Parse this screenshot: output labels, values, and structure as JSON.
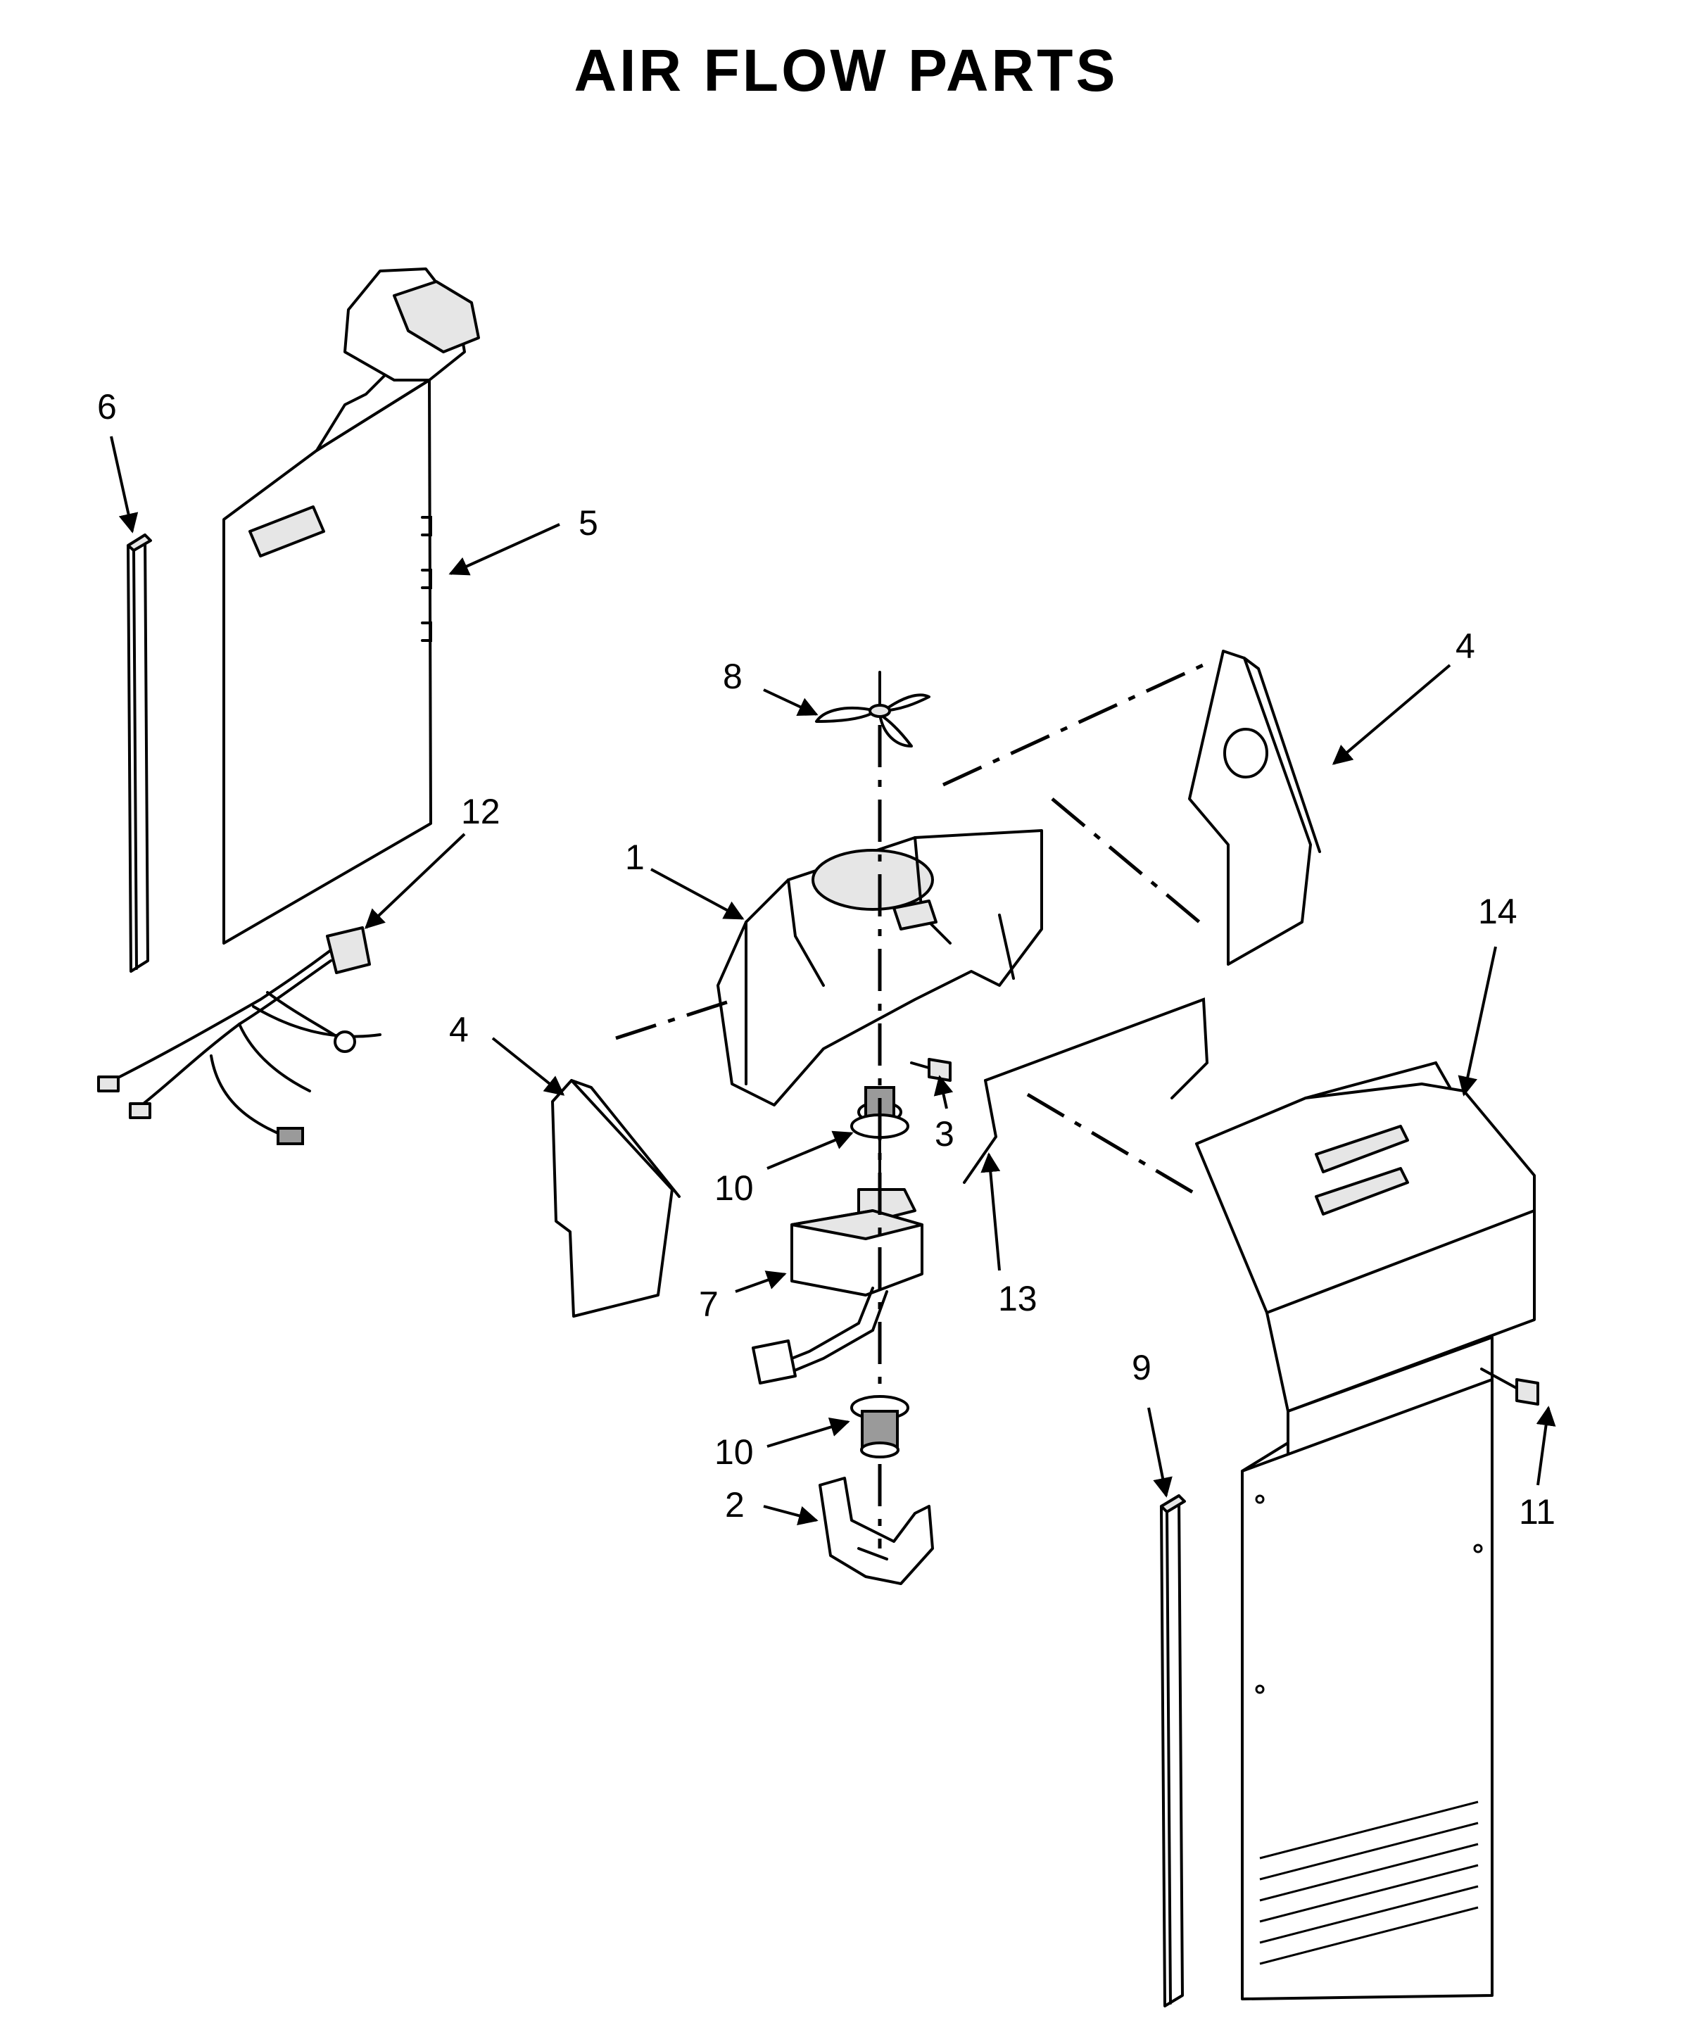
{
  "title": "AIR FLOW PARTS",
  "callouts": {
    "c1": "1",
    "c2": "2",
    "c3": "3",
    "c4a": "4",
    "c4b": "4",
    "c5": "5",
    "c6": "6",
    "c7": "7",
    "c8": "8",
    "c9": "9",
    "c10a": "10",
    "c10b": "10",
    "c11": "11",
    "c12": "12",
    "c13": "13",
    "c14": "14"
  }
}
